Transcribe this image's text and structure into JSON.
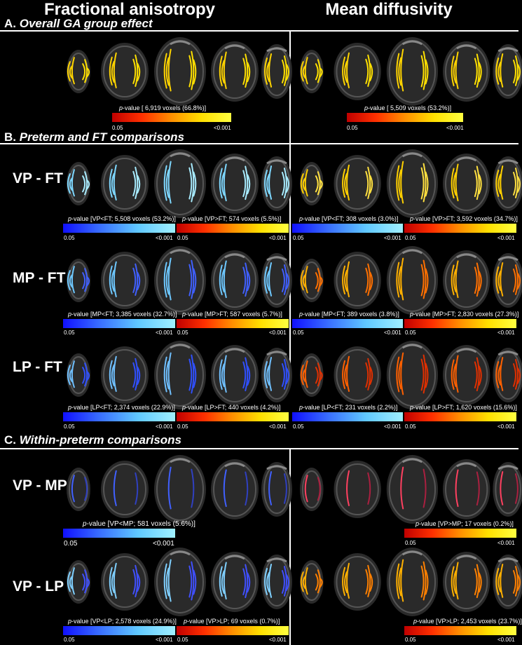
{
  "headers": {
    "fa": "Fractional anisotropy",
    "md": "Mean diffusivity"
  },
  "sections": {
    "a": {
      "letter": "A.",
      "title": "Overall GA group effect"
    },
    "b": {
      "letter": "B.",
      "title": "Preterm and FT comparisons"
    },
    "c": {
      "letter": "C.",
      "title": "Within-preterm comparisons"
    }
  },
  "rows": {
    "vp_ft": "VP - FT",
    "mp_ft": "MP - FT",
    "lp_ft": "LP - FT",
    "vp_mp": "VP - MP",
    "vp_lp": "VP - LP"
  },
  "pword": "p",
  "labels": {
    "a_fa": "-value [ 6,919 voxels (66.8%)]",
    "a_md": "-value [ 5,509 voxels (53.2%)]",
    "vpft_fa_lt": "-value [VP<FT; 5,508 voxels (53.2%)]",
    "vpft_fa_gt": "-value [VP>FT; 574 voxels (5.5%)]",
    "vpft_md_lt": "-value [VP<FT; 308 voxels (3.0%)]",
    "vpft_md_gt": "-value [VP>FT; 3,592 voxels (34.7%)]",
    "mpft_fa_lt": "-value [MP<FT; 3,385 voxels (32.7%)]",
    "mpft_fa_gt": "-value [MP>FT; 587 voxels (5.7%)]",
    "mpft_md_lt": "-value [MP<FT; 389 voxels (3.8%)]",
    "mpft_md_gt": "-value [MP>FT; 2,830 voxels (27.3%)]",
    "lpft_fa_lt": "-value [LP<FT; 2,374 voxels (22.9%)]",
    "lpft_fa_gt": "-value [LP>FT; 440 voxels (4.2%)]",
    "lpft_md_lt": "-value [LP<FT; 231 voxels (2.2%)]",
    "lpft_md_gt": "-value [LP>FT; 1,620 voxels (15.6%)]",
    "vpmp_fa_lt": "-value [VP<MP; 581 voxels (5.6%)]",
    "vpmp_md_gt": "-value [VP>MP; 17 voxels (0.2%)]",
    "vplp_fa_lt": "-value [VP<LP; 2,578 voxels (24.9%)]",
    "vplp_fa_gt": "-value [VP>LP; 69 voxels (0.7%)]",
    "vplp_md_gt": "-value [VP>LP; 2,453 voxels (23.7%)]"
  },
  "ticks": {
    "lo": "0.05",
    "hi": "<0.001"
  },
  "colors": {
    "background": "#000000",
    "divider": "#ffffff",
    "warm_low": "#c00000",
    "warm_high": "#ffff40",
    "cool_low": "#1010ff",
    "cool_high": "#a0f0ff"
  }
}
